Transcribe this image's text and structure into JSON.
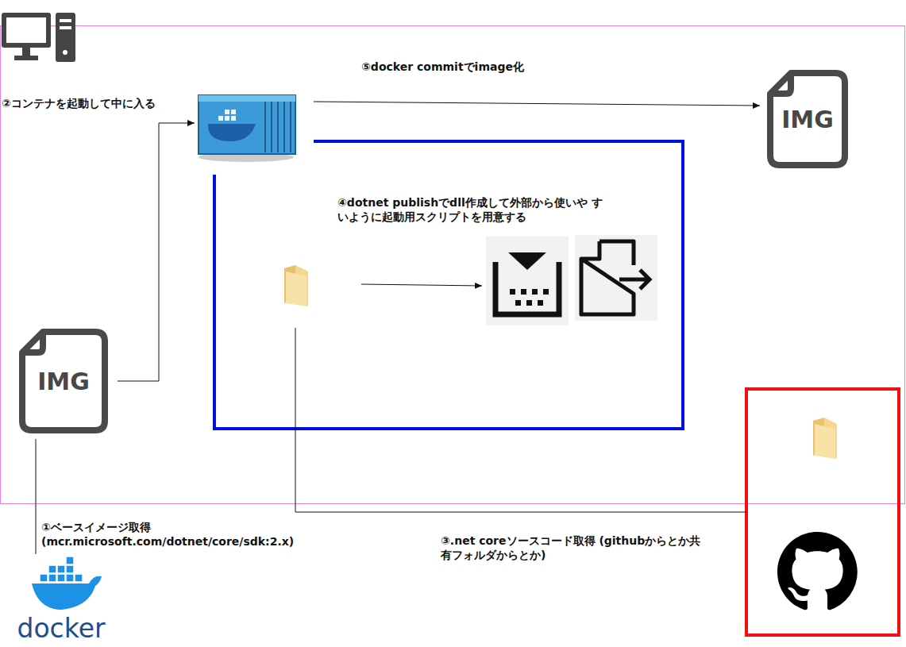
{
  "diagram": {
    "nodes": [
      {
        "text": [
          "docker"
        ]
      },
      {
        "text": [
          "IMG"
        ]
      },
      {
        "text": [
          "②コンテナを起動して中に入る"
        ]
      },
      {
        "text": [
          "IMG"
        ]
      },
      {
        "text": [
          "④dotnet publishでdll作成して外部から使いや すいように起動用スクリプトを用意する"
        ]
      }
    ],
    "edges": [
      {
        "from": 0,
        "to": 1,
        "arrow": "none",
        "label": "①ベースイメージ取得 (mcr.microsoft.com/dotnet/core/sdk:2.x)"
      },
      {
        "from": 1,
        "to": 2,
        "arrow": "to"
      },
      {
        "from": 2,
        "to": 3,
        "arrow": "to",
        "label": "⑤docker commitでimage化"
      }
    ],
    "labels": [
      "③.net coreソースコード取得 (githubからとか共有フォルダからとか)"
    ]
  }
}
